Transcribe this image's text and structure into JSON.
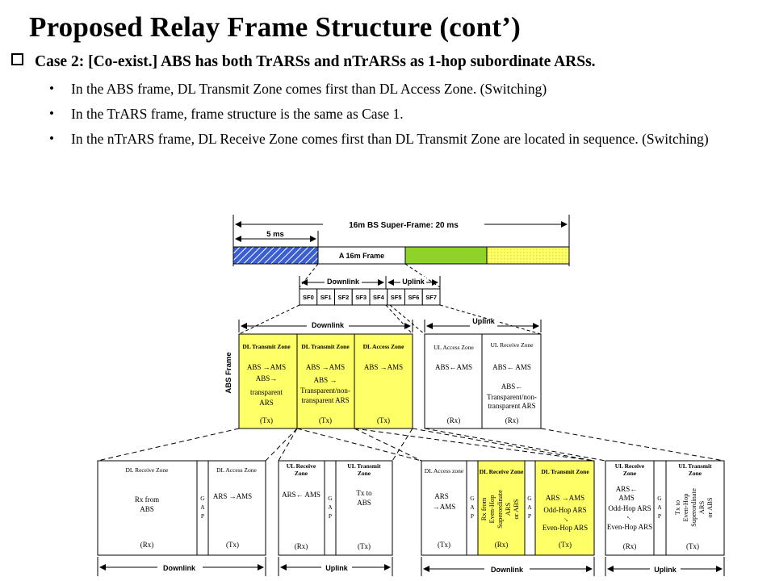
{
  "title": "Proposed Relay Frame Structure (cont’)",
  "case_heading": "Case 2: [Co-exist.] ABS has both TrARSs and nTrARSs as 1-hop subordinate ARSs.",
  "bullets": [
    "In the ABS frame, DL Transmit Zone comes first than DL Access Zone. (Switching)",
    "In the TrARS frame, frame structure is the same as Case 1.",
    "In the nTrARS frame, DL Receive Zone comes first than DL Transmit Zone are located in sequence. (Switching)"
  ],
  "colors": {
    "blue_hatch": "#3b5fd0",
    "green": "#8fd22a",
    "yellow": "#ffff66",
    "yellow_light": "#ffff88"
  },
  "superframe": {
    "label": "16m BS Super-Frame: 20 ms",
    "ms_label": "5 ms",
    "frame_label": "A 16m Frame"
  },
  "subframes": {
    "downlink": "Downlink",
    "uplink": "Uplink",
    "labels": [
      "SF0",
      "SF1",
      "SF2",
      "SF3",
      "SF4",
      "SF5",
      "SF6",
      "SF7"
    ]
  },
  "abs_frame": {
    "side_label": "ABS Frame",
    "downlink": "Downlink",
    "uplink": "Uplink",
    "zones": [
      {
        "head": "DL Transmit Zone",
        "lines": [
          "ABS →AMS",
          "ABS→",
          "transparent",
          "ARS"
        ],
        "tx": "(Tx)"
      },
      {
        "head": "DL Transmit Zone",
        "lines": [
          "ABS →AMS",
          "ABS →",
          "Transparent/non-",
          "transparent ARS"
        ],
        "tx": "(Tx)"
      },
      {
        "head": "DL Access Zone",
        "lines": [
          "ABS →AMS"
        ],
        "tx": "(Tx)"
      },
      {
        "head": "UL Access Zone",
        "lines": [
          "ABS←AMS"
        ],
        "tx": "(Rx)"
      },
      {
        "head": "UL Receive Zone",
        "lines": [
          "ABS← AMS",
          "ABS←",
          "Transparent/non-",
          "transparent ARS"
        ],
        "tx": "(Rx)"
      }
    ]
  },
  "bottom": {
    "left": {
      "dl_receive_head": "DL Receive Zone",
      "dl_receive_lines": [
        "Rx from",
        "ABS"
      ],
      "dl_receive_tx": "(Rx)",
      "gap": [
        "G",
        "A",
        "P"
      ],
      "dl_access_head": "DL Access Zone",
      "dl_access_lines": [
        "ARS →AMS"
      ],
      "dl_access_tx": "(Tx)",
      "ul_receive_head": [
        "UL Receive",
        "Zone"
      ],
      "ul_receive_lines": [
        "ARS← AMS"
      ],
      "ul_receive_tx": "(Rx)",
      "ul_transmit_head": [
        "UL Transmit",
        "Zone"
      ],
      "ul_transmit_lines": [
        "Tx to",
        "ABS"
      ],
      "ul_transmit_tx": "(Tx)",
      "downlink": "Downlink",
      "uplink": "Uplink"
    },
    "right": {
      "dl_access_head": "DL Access zone",
      "dl_access_lines": [
        "ARS",
        "→AMS"
      ],
      "dl_access_tx": "(Tx)",
      "gap": [
        "G",
        "A",
        "P"
      ],
      "dl_receive_head": "DL Receive Zone",
      "dl_receive_vert": [
        "Rx from",
        "Even-Hop",
        "Superordinate",
        "ARS",
        "or ABS"
      ],
      "dl_receive_tx": "(Rx)",
      "dl_transmit_head": "DL Transmit Zone",
      "dl_transmit_lines": [
        "ARS →AMS",
        "Odd-Hop ARS",
        "→",
        "Even-Hop ARS"
      ],
      "dl_transmit_tx": "(Tx)",
      "ul_receive_head": [
        "UL Receive",
        "Zone"
      ],
      "ul_receive_lines": [
        "ARS←",
        "AMS",
        "Odd-Hop ARS",
        "←",
        "Even-Hop ARS"
      ],
      "ul_receive_tx": "(Rx)",
      "ul_transmit_head": [
        "UL Transmit",
        "Zone"
      ],
      "ul_transmit_vert": [
        "Tx to",
        "Even-Hop",
        "Superordinate",
        "ARS",
        "or ABS"
      ],
      "ul_transmit_tx": "(Tx)",
      "downlink": "Downlink",
      "uplink": "Uplink"
    }
  }
}
